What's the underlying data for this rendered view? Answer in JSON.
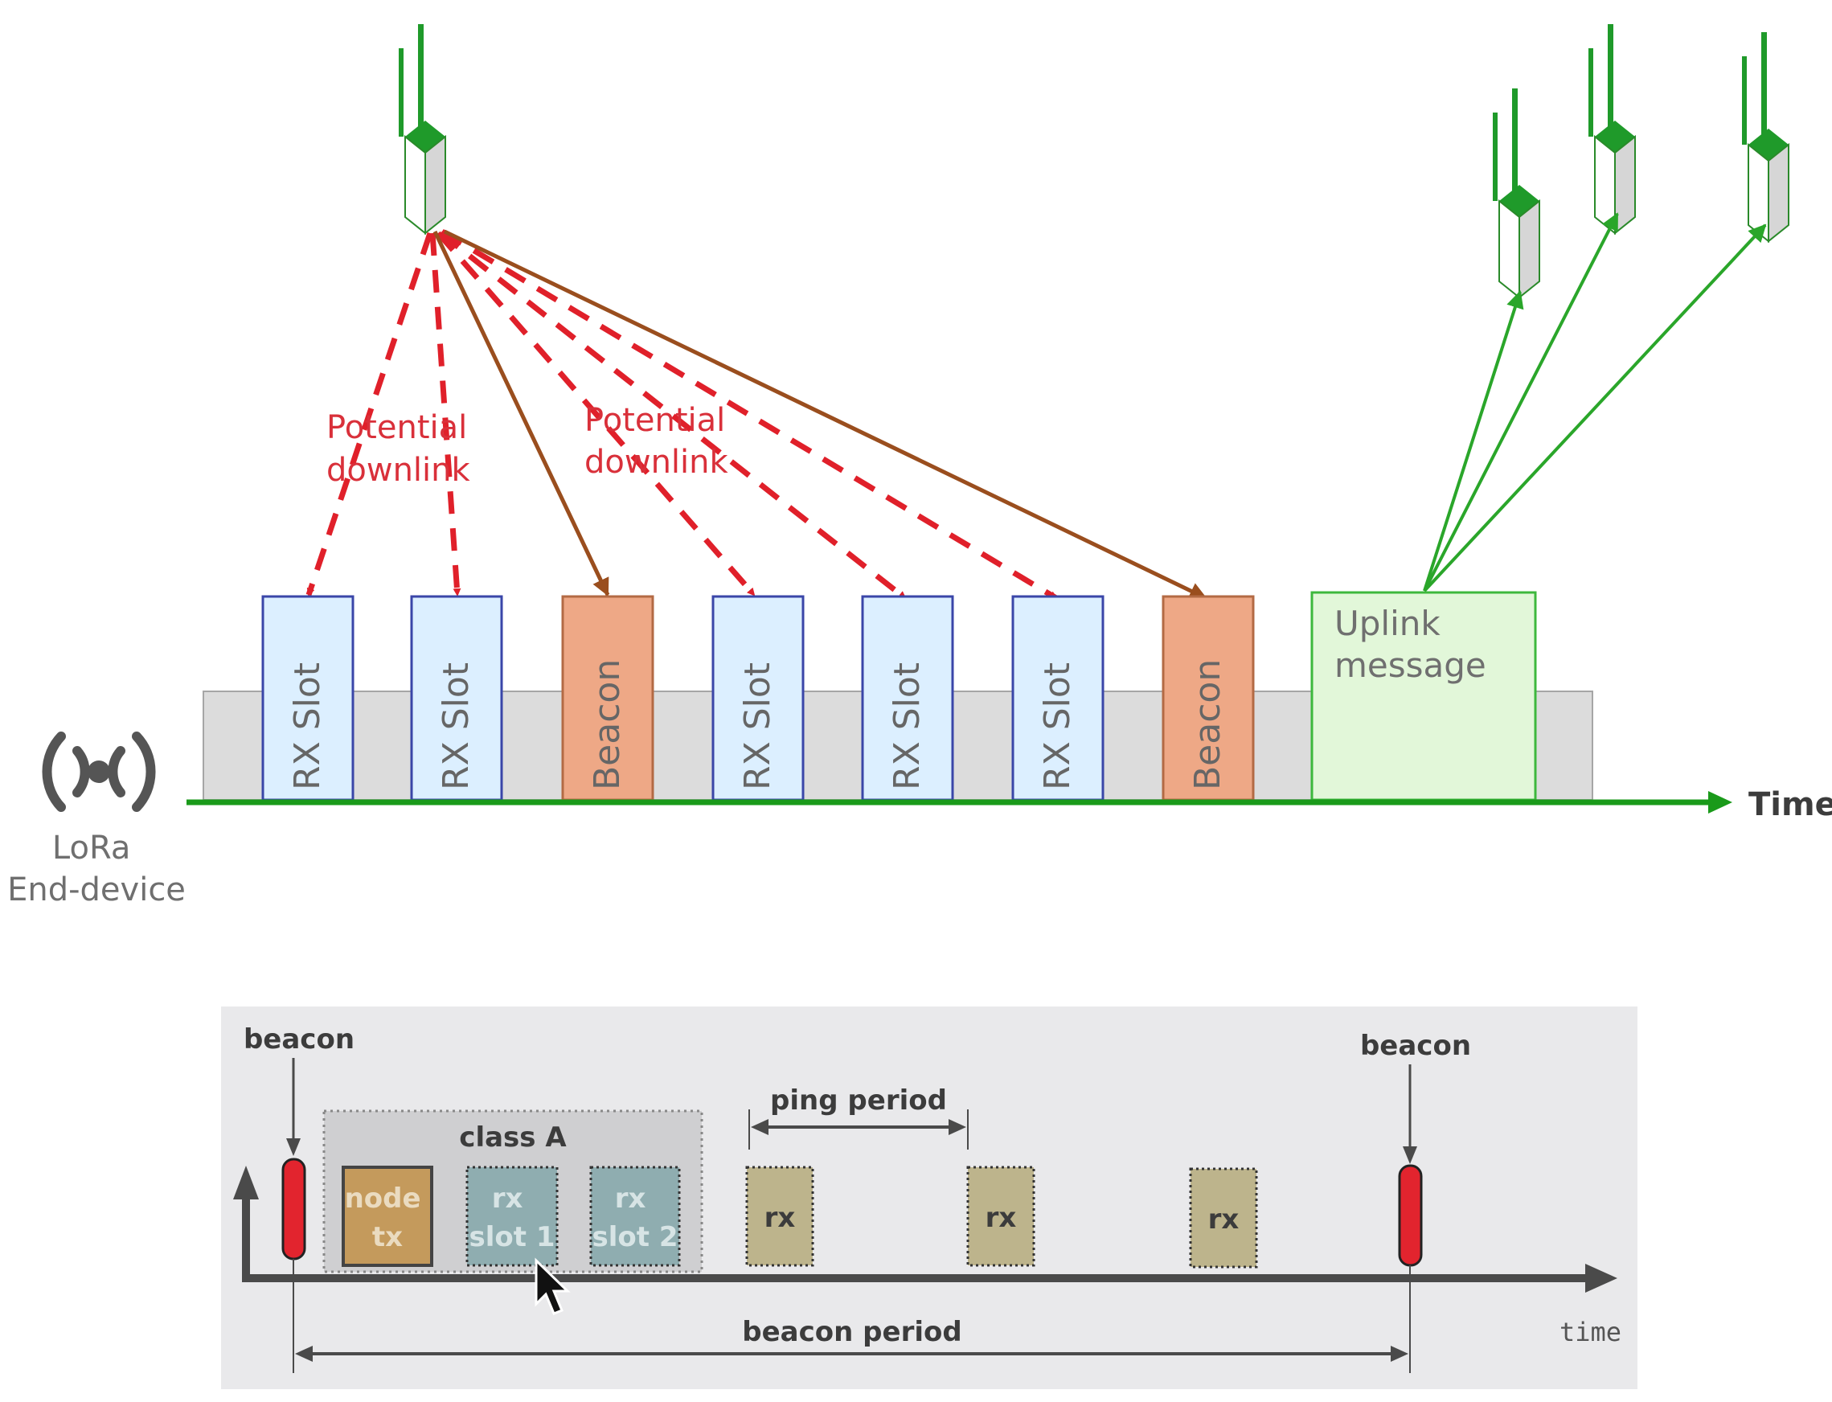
{
  "top": {
    "annotations": [
      "Potential",
      "downlink"
    ],
    "annotations2": [
      "Potential",
      "downlink"
    ],
    "slots": [
      {
        "label": "RX Slot",
        "kind": "rx"
      },
      {
        "label": "RX Slot",
        "kind": "rx"
      },
      {
        "label": "Beacon",
        "kind": "beacon"
      },
      {
        "label": "RX Slot",
        "kind": "rx"
      },
      {
        "label": "RX Slot",
        "kind": "rx"
      },
      {
        "label": "RX Slot",
        "kind": "rx"
      },
      {
        "label": "Beacon",
        "kind": "beacon"
      }
    ],
    "uplink": [
      "Uplink",
      "message"
    ],
    "axis_label": "Time",
    "device": [
      "LoRa",
      "End-device"
    ],
    "colors": {
      "rx_fill": "#dcefff",
      "beacon_fill": "#eea886",
      "uplink_fill": "#e2f7d9",
      "axis": "#1a9a1a",
      "downlink": "#e0202a",
      "beacon_link": "#9a4e1e",
      "uplink_link": "#2aa62a"
    }
  },
  "bottom": {
    "beacon_left": "beacon",
    "beacon_right": "beacon",
    "class_a": "class A",
    "node_tx": [
      "node",
      "tx"
    ],
    "rx_slot1": [
      "rx",
      "slot 1"
    ],
    "rx_slot2": [
      "rx",
      "slot 2"
    ],
    "ping_period": "ping period",
    "rx": "rx",
    "beacon_period": "beacon period",
    "time": "time",
    "colors": {
      "background": "#e9e9eb",
      "node_tx": "#c49a5c",
      "rx_slot": "#8fadb0",
      "rx": "#bdb48c",
      "beacon_marker": "#e2242e",
      "axis": "#4a4a4a"
    }
  }
}
